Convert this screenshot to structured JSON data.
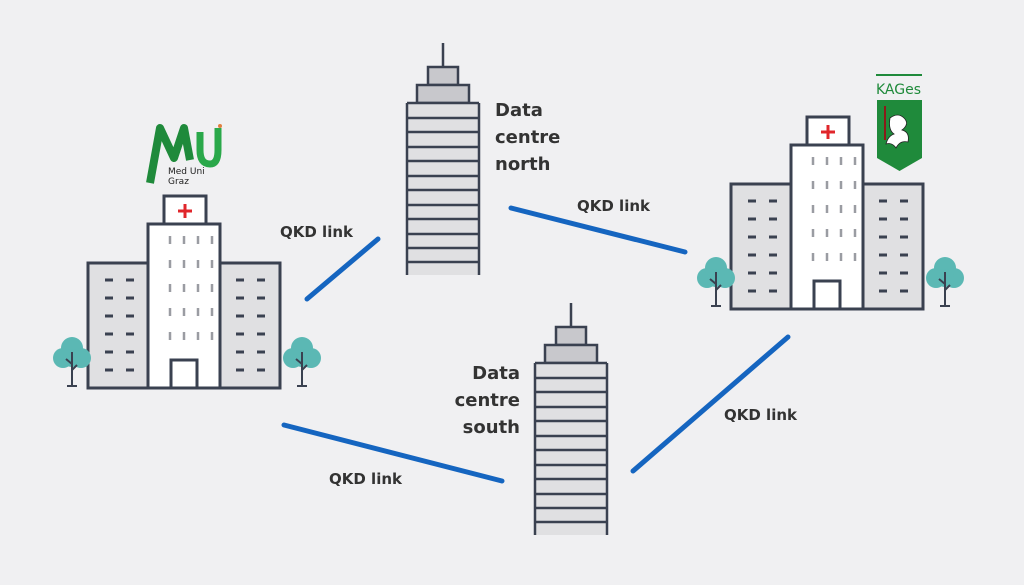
{
  "nodes": {
    "hospital_west": {
      "logo_line1": "Med Uni",
      "logo_line2": "Graz"
    },
    "hospital_east": {
      "logo_text": "KAGes"
    },
    "dc_north": {
      "label_lines": [
        "Data",
        "centre",
        "north"
      ]
    },
    "dc_south": {
      "label_lines": [
        "Data",
        "centre",
        "south"
      ]
    }
  },
  "links": [
    {
      "id": "west-north",
      "label": "QKD link"
    },
    {
      "id": "north-east",
      "label": "QKD link"
    },
    {
      "id": "west-south",
      "label": "QKD link"
    },
    {
      "id": "south-east",
      "label": "QKD link"
    }
  ],
  "colors": {
    "background": "#f0f0f2",
    "link": "#1565c0",
    "outline": "#3a4150",
    "tree": "#5bb8b4",
    "cross": "#e0262b",
    "logo_green": "#1f8a3b"
  }
}
